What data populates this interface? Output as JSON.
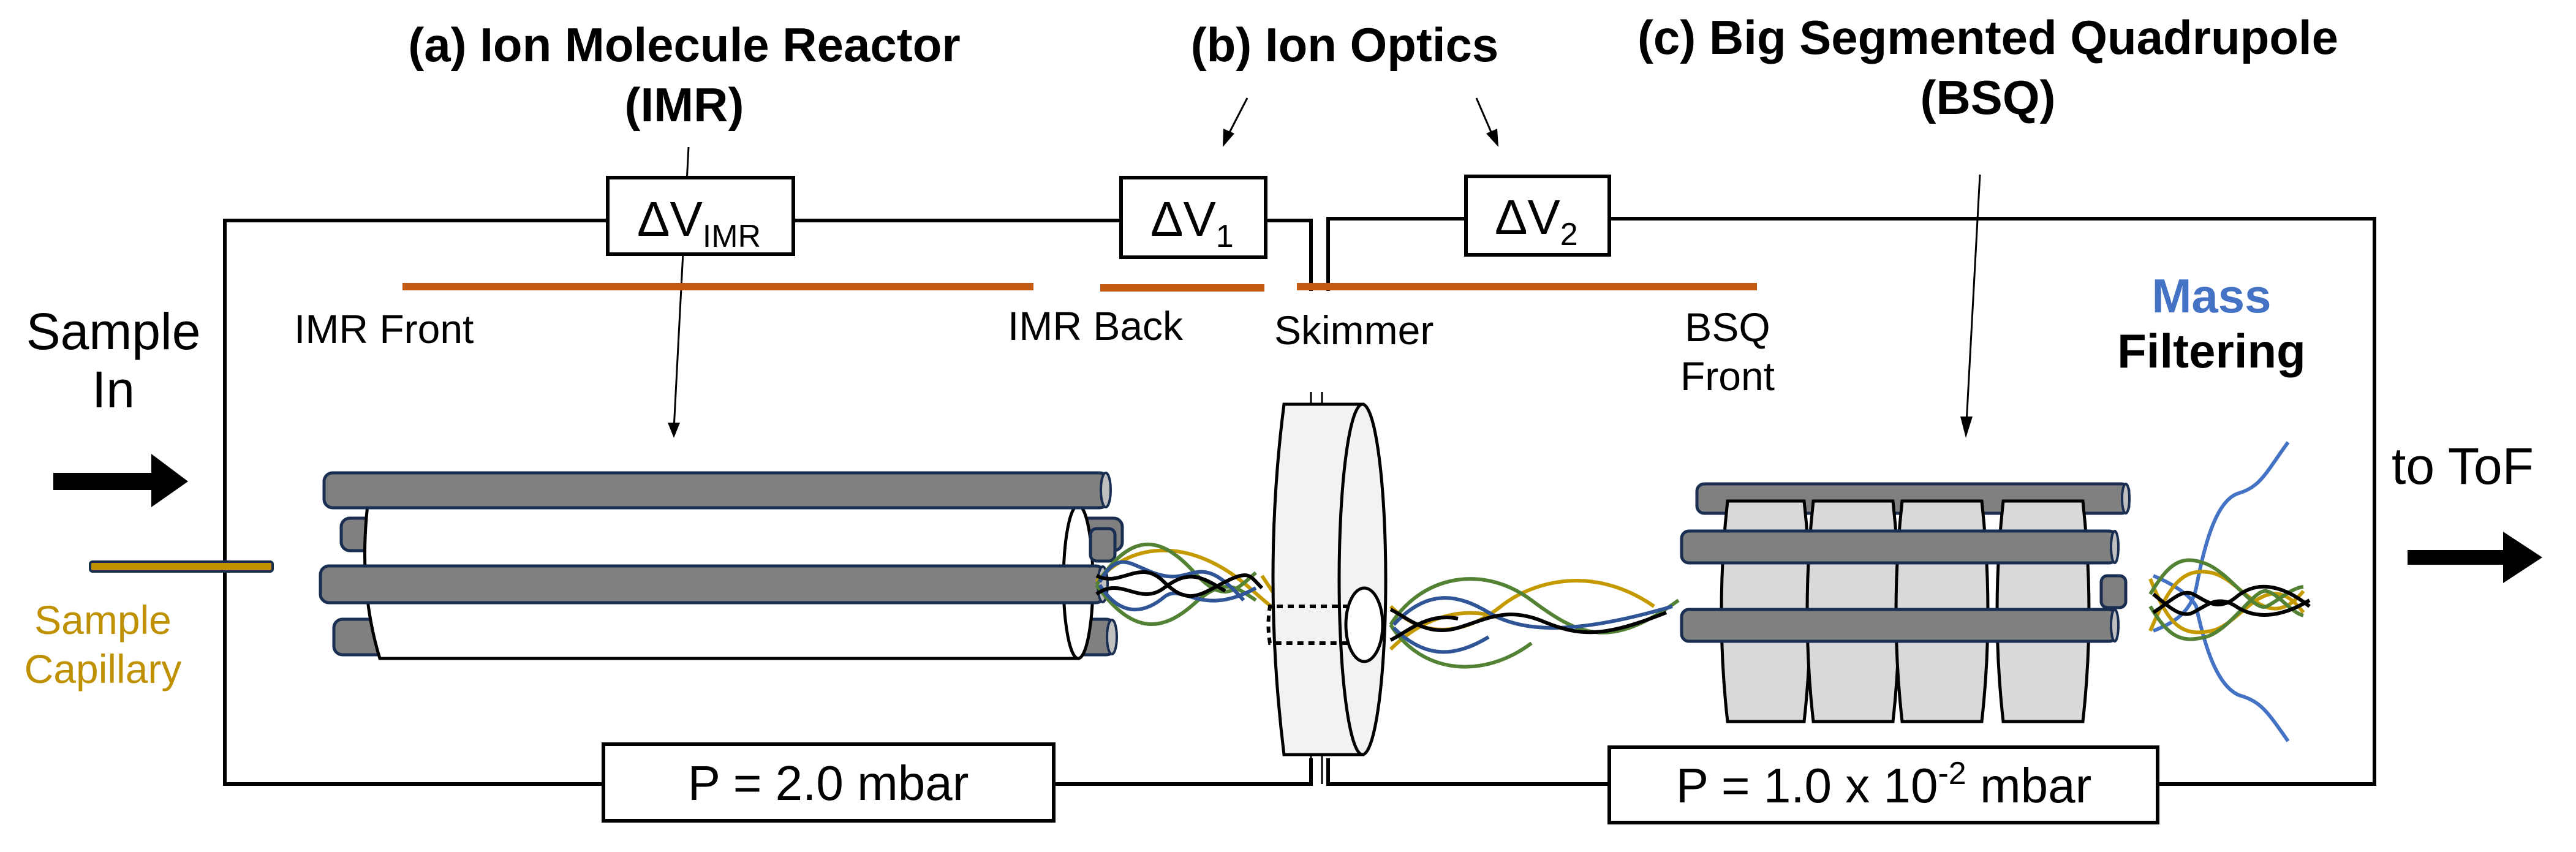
{
  "titles": {
    "imr_line1": "(a) Ion Molecule Reactor",
    "imr_line2": "(IMR)",
    "ion_optics": "(b) Ion Optics",
    "bsq_line1": "(c) Big Segmented Quadrupole",
    "bsq_line2": "(BSQ)"
  },
  "voltages": {
    "imr": {
      "main": "ΔV",
      "sub": "IMR"
    },
    "v1": {
      "main": "ΔV",
      "sub": "1"
    },
    "v2": {
      "main": "ΔV",
      "sub": "2"
    }
  },
  "electrode_labels": {
    "imr_front": "IMR Front",
    "imr_back": "IMR Back",
    "skimmer": "Skimmer",
    "bsq_front_line1": "BSQ",
    "bsq_front_line2": "Front"
  },
  "inlet": {
    "sample_in_line1": "Sample",
    "sample_in_line2": "In",
    "capillary_line1": "Sample",
    "capillary_line2": "Capillary"
  },
  "mass_filtering": {
    "line1": "Mass",
    "line2": "Filtering"
  },
  "outlet": {
    "label": "to ToF"
  },
  "pressures": {
    "imr": {
      "prefix": "P = 2.0 mbar"
    },
    "bsq": {
      "prefix": "P = 1.0 x 10",
      "exponent": "-2",
      "suffix": " mbar"
    }
  },
  "colors": {
    "electrode": "#c55a11",
    "capillary": "#bf9000",
    "mass_text": "#4472c4",
    "rod": "#808080",
    "ion_black": "#000000",
    "ion_gold": "#c49a00",
    "ion_green": "#548235",
    "ion_blue": "#2f5597",
    "envelope_blue": "#4472c4"
  }
}
